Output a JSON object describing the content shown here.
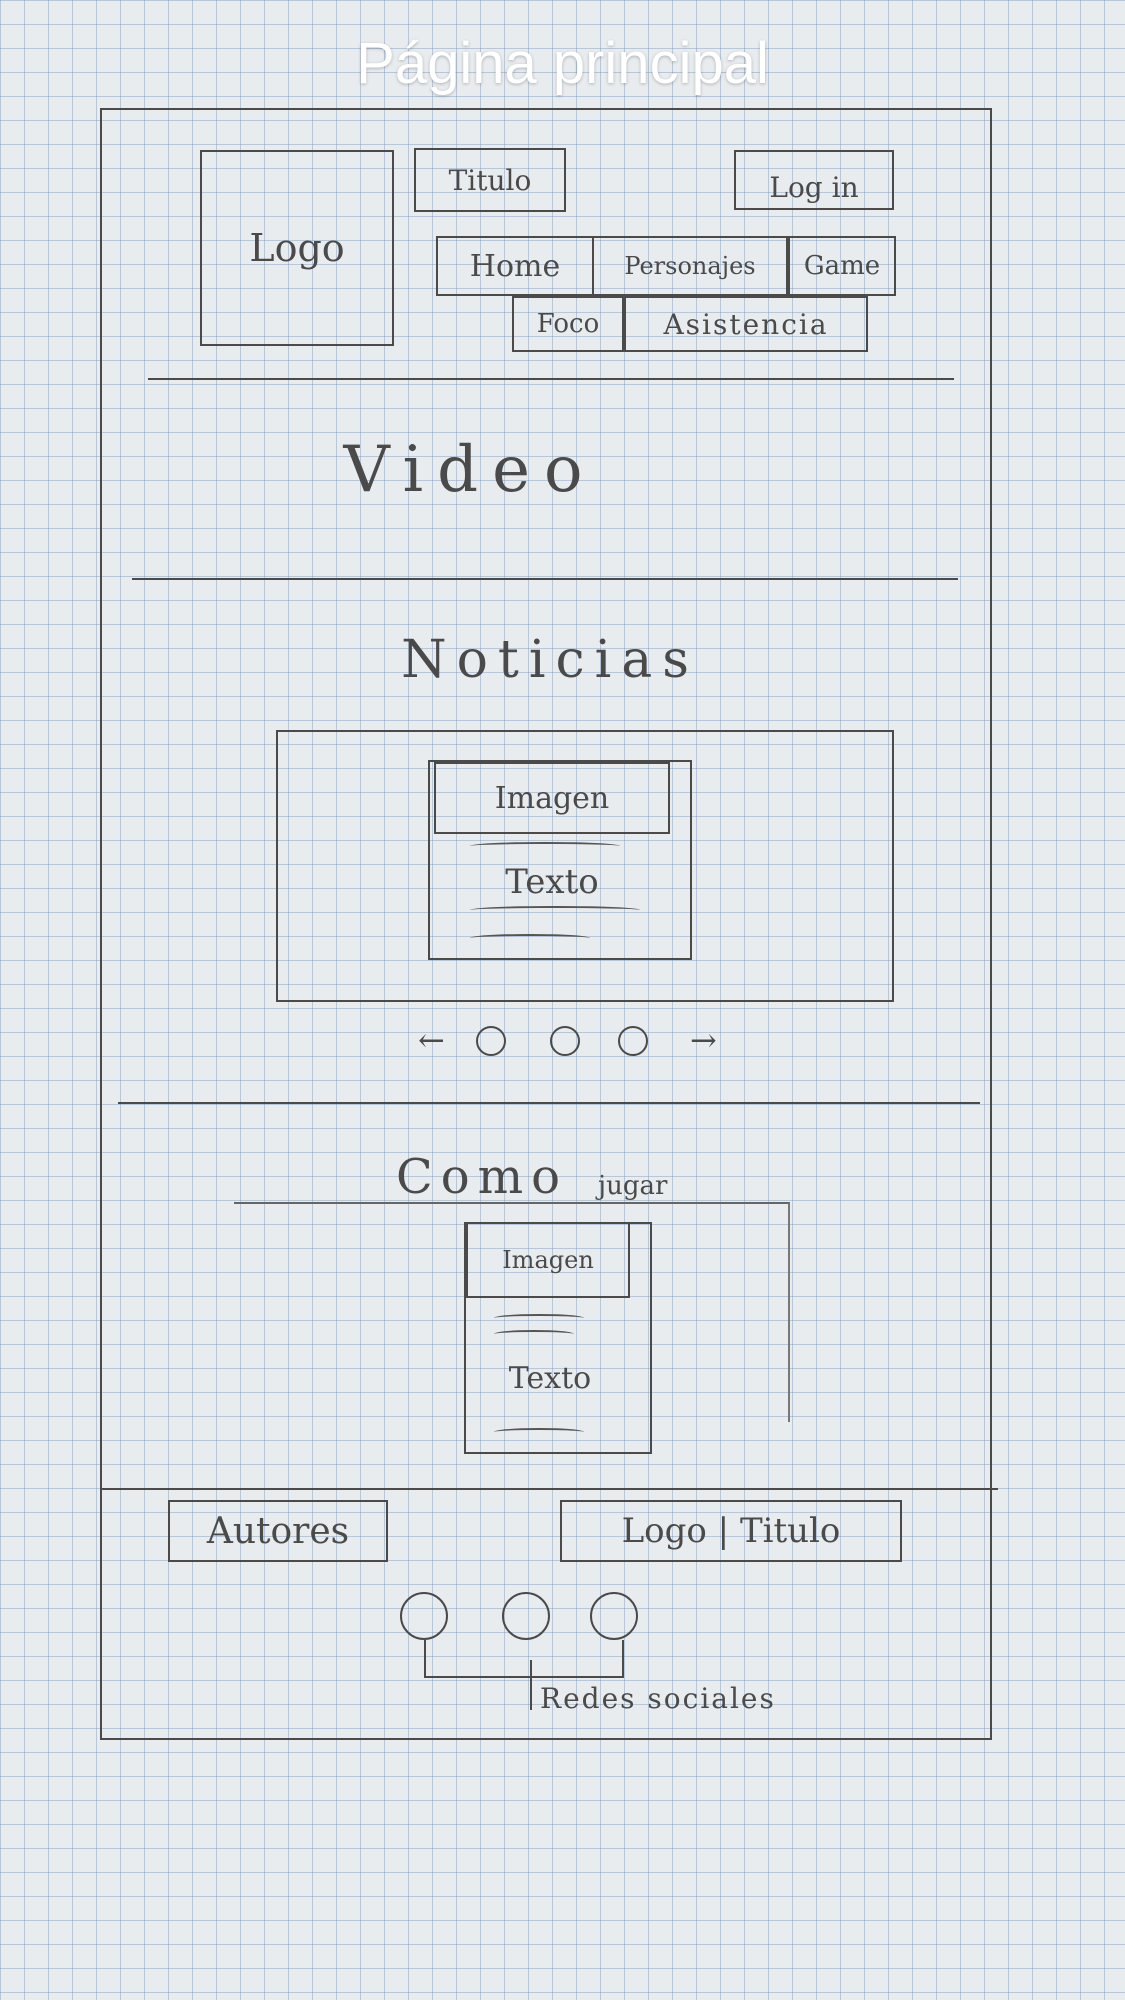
{
  "title": "Página principal",
  "header": {
    "logo": "Logo",
    "titulo": "Titulo",
    "login": "Log in",
    "nav": {
      "home": "Home",
      "personajes": "Personajes",
      "game": "Game",
      "foco": "Foco",
      "asistencia": "Asistencia"
    }
  },
  "video": {
    "label": "Video"
  },
  "noticias": {
    "heading": "Noticias",
    "imagen": "Imagen",
    "texto": "Texto"
  },
  "como_jugar": {
    "heading_1": "Como",
    "heading_2": "jugar",
    "imagen": "Imagen",
    "texto": "Texto"
  },
  "footer": {
    "autores": "Autores",
    "logo_titulo": "Logo | Titulo",
    "redes": "Redes sociales"
  }
}
